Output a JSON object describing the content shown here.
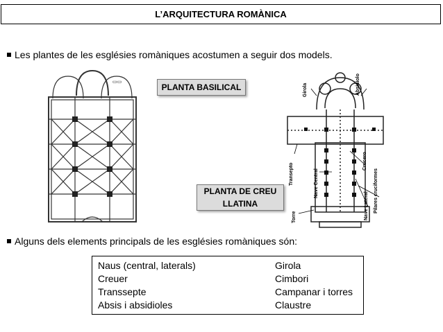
{
  "title": "L’ARQUITECTURA ROMÀNICA",
  "intro_bullet": "Les plantes de les esglésies romàniques acostumen a seguir dos models.",
  "label_basilical": "PLANTA BASILICAL",
  "label_cross": [
    "PLANTA DE CREU",
    "LLATINA"
  ],
  "plan_labels": {
    "girola": "Girola",
    "absidiolo": "Absidiolo",
    "transepto": "Transepto",
    "nave_central": "Nave Central",
    "crucero": "Crucero",
    "nave_lateral": "Nave Lateral",
    "pilares": "Pilares cruciformes",
    "torre": "Torre"
  },
  "elements_bullet": "Alguns dels elements principals de les esglésies romàniques són:",
  "elements_left": [
    "Naus (central, laterals)",
    "Creuer",
    "Transsepte",
    "Absis i absidioles"
  ],
  "elements_right": [
    "Girola",
    "Cimbori",
    "Campanar i torres",
    "Claustre"
  ]
}
